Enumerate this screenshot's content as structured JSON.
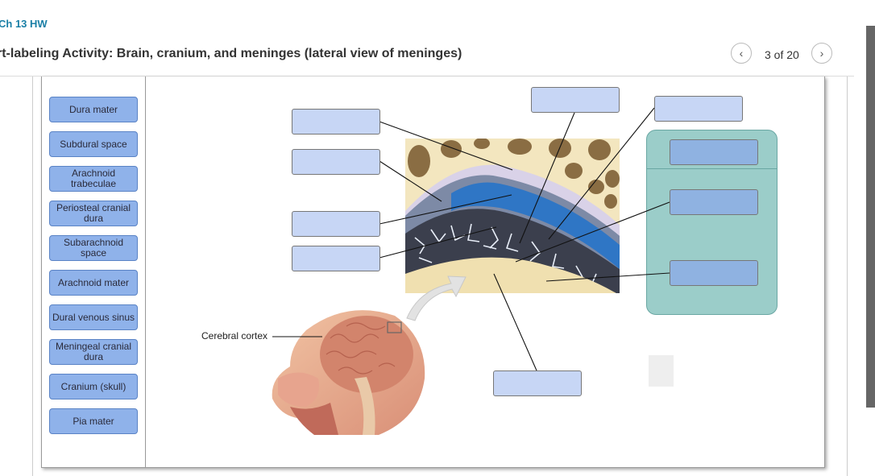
{
  "header": {
    "course": "Ch 13 HW",
    "title": "rt-labeling Activity: Brain, cranium, and meninges (lateral view of meninges)",
    "page_counter": "3 of 20",
    "prev_icon": "‹",
    "next_icon": "›"
  },
  "labels": [
    "Dura mater",
    "Subdural space",
    "Arachnoid trabeculae",
    "Periosteal cranial dura",
    "Subarachnoid space",
    "Arachnoid mater",
    "Dural venous sinus",
    "Meningeal cranial dura",
    "Cranium (skull)",
    "Pia mater"
  ],
  "figure": {
    "cerebral_cortex_label": "Cerebral cortex"
  },
  "colors": {
    "chip": "#8fb2ea",
    "dropzone": "#c7d6f5",
    "panel": "#9bcdc9",
    "accent": "#1a7fa6"
  }
}
